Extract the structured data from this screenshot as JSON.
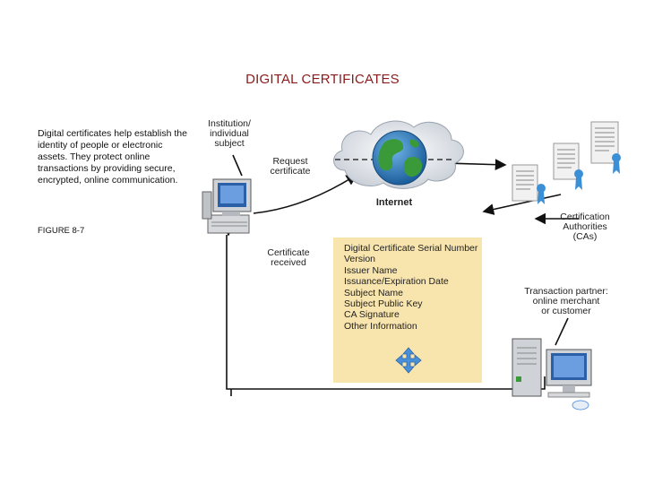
{
  "title": "DIGITAL CERTIFICATES",
  "description": "Digital certificates help establish the identity of people or electronic assets. They protect online transactions by providing secure, encrypted, online communication.",
  "figure_label": "FIGURE 8-7",
  "labels": {
    "institution_line1": "Institution/",
    "institution_line2": "individual",
    "institution_line3": "subject",
    "request_line1": "Request",
    "request_line2": "certificate",
    "internet": "Internet",
    "certificate_received_line1": "Certificate",
    "certificate_received_line2": "received",
    "ca_line1": "Certification",
    "ca_line2": "Authorities",
    "ca_line3": "(CAs)",
    "partner_line1": "Transaction partner:",
    "partner_line2": "online merchant",
    "partner_line3": "or customer"
  },
  "certificate_fields": [
    "Digital Certificate Serial Number",
    "Version",
    "Issuer Name",
    "Issuance/Expiration Date",
    "Subject Name",
    "Subject Public Key",
    "CA Signature",
    "Other Information"
  ],
  "icons": [
    "computer-icon",
    "cloud-icon",
    "globe-icon",
    "certificate-icon",
    "server-icon",
    "move-arrows-icon"
  ],
  "colors": {
    "title": "#8b1a1a",
    "cert_box": "#f8e4ad",
    "globe": "#2d7fbf",
    "land": "#3a9a3a",
    "ribbon": "#3b8fd6"
  }
}
